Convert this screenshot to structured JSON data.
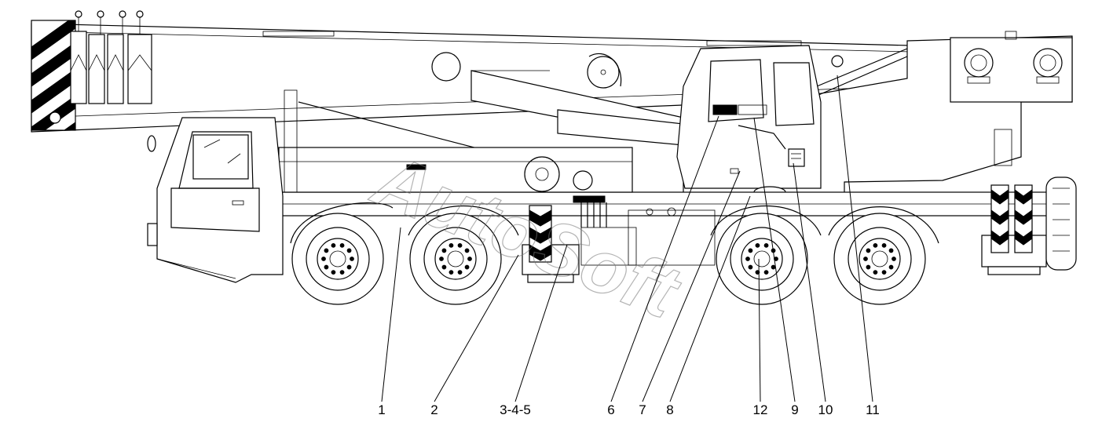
{
  "watermark": "AutoSoft",
  "callouts": [
    "1",
    "2",
    "3-4-5",
    "6",
    "7",
    "8",
    "12",
    "9",
    "10",
    "11"
  ]
}
